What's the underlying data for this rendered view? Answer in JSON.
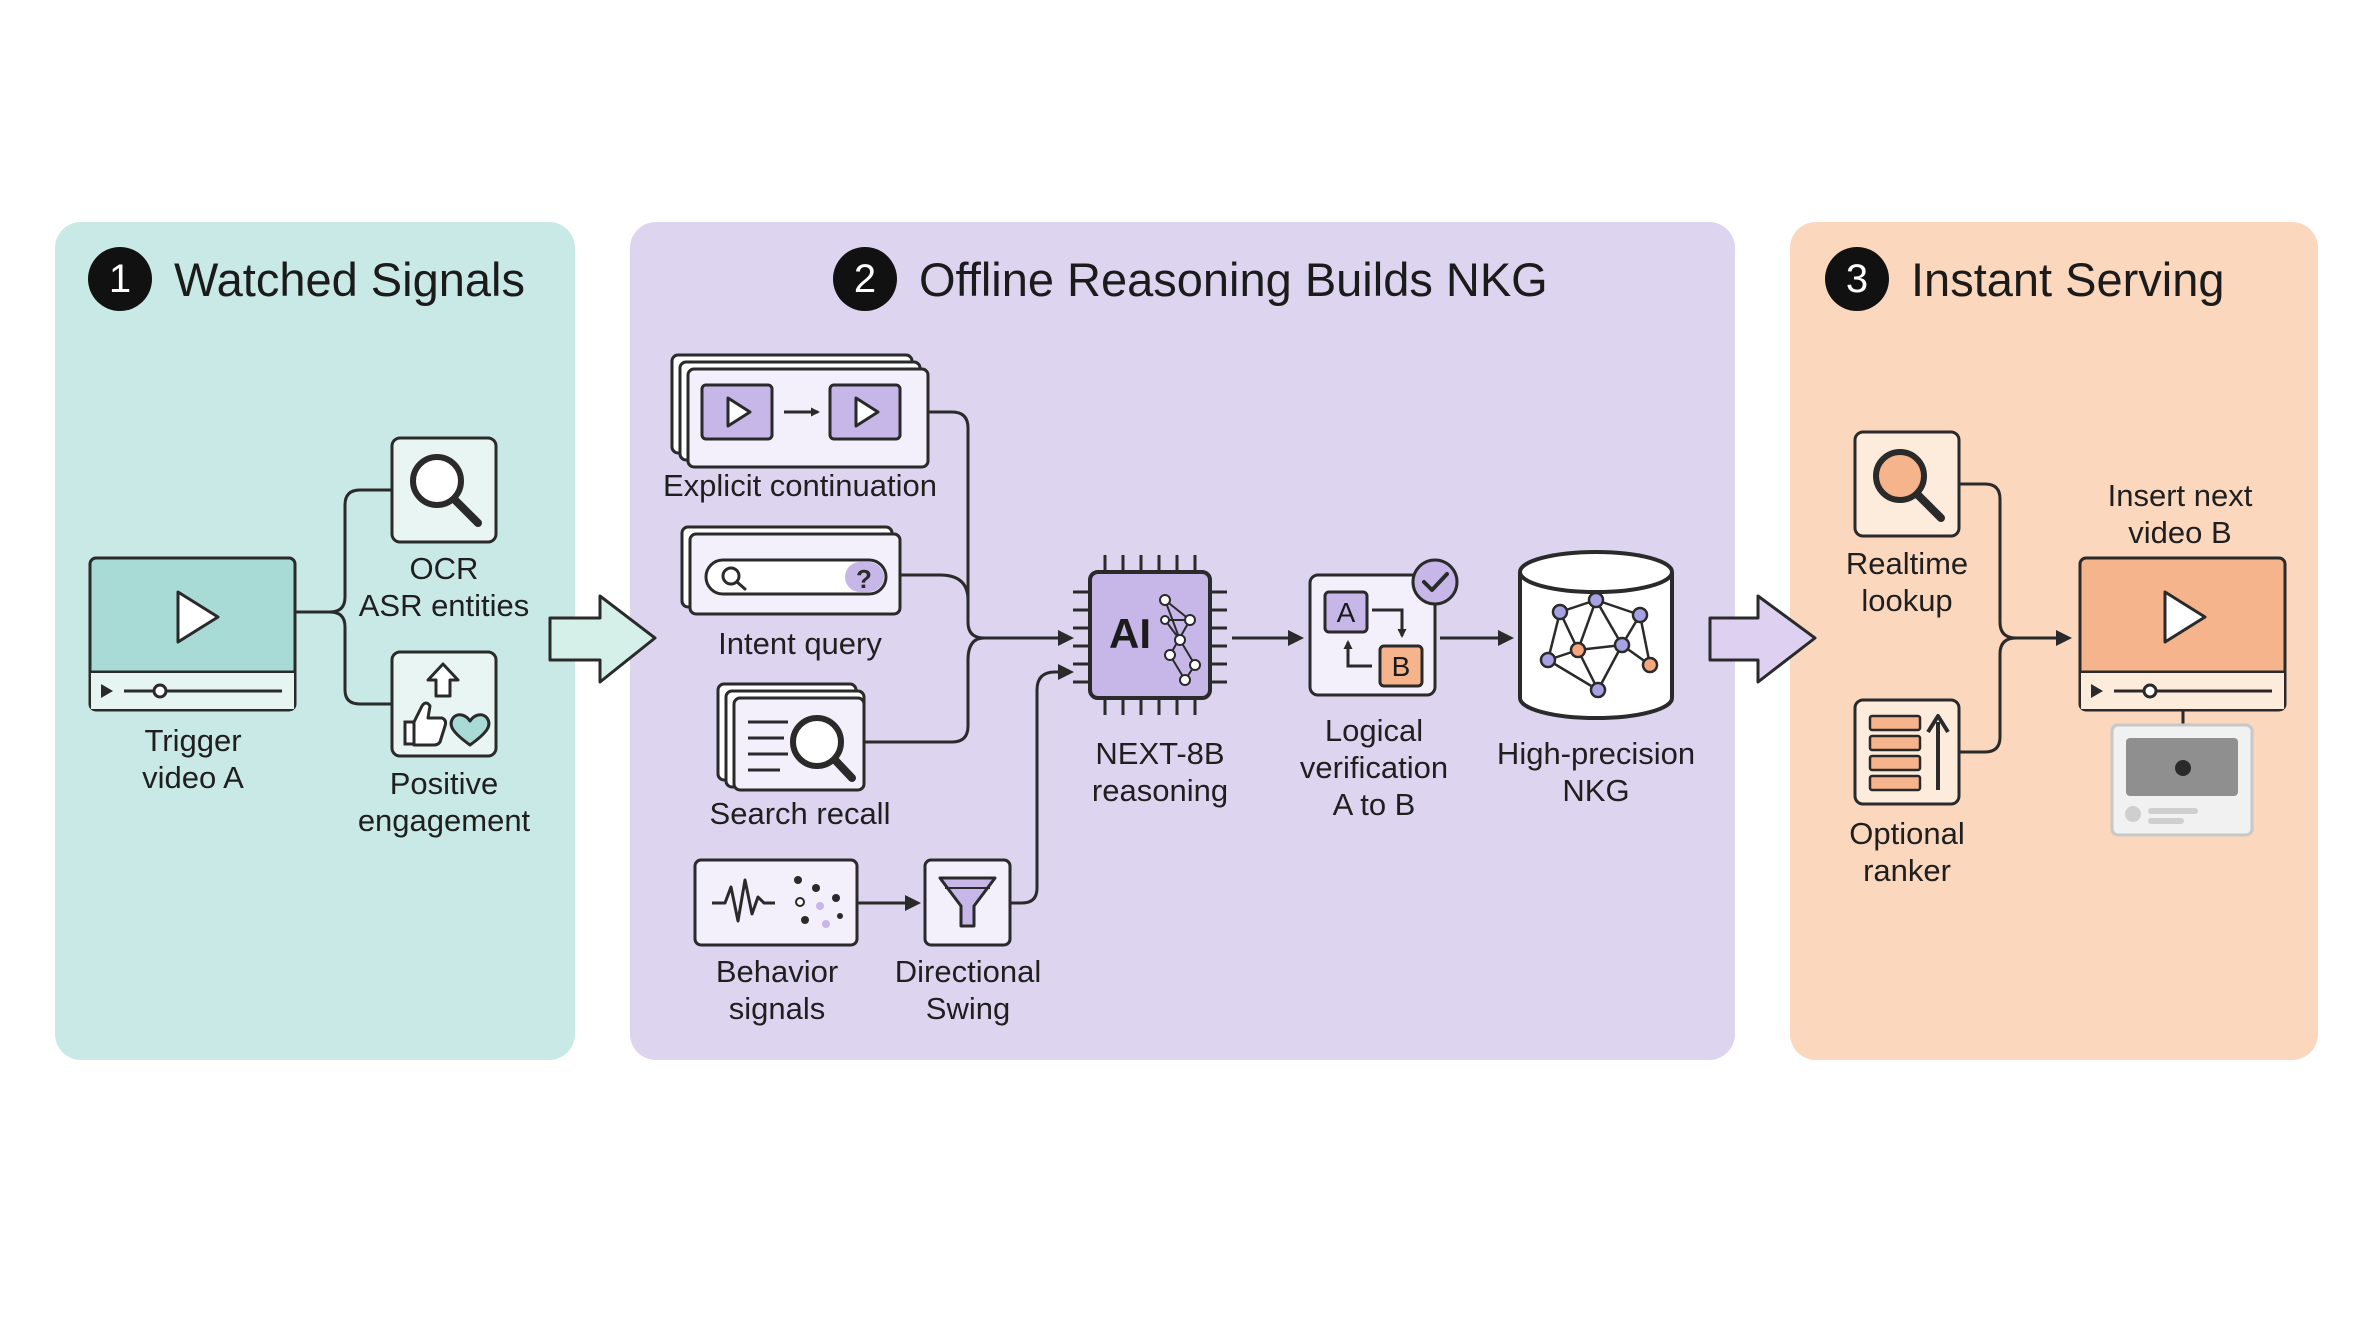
{
  "colors": {
    "panel1": "#c8e9e5",
    "panel2": "#ddd4ef",
    "panel3": "#fad7bd",
    "teal_icon": "#a9dbd6",
    "purple_icon": "#c7b6e8",
    "orange_icon": "#f6b48c",
    "node_blue": "#a6a2e4",
    "node_orange": "#f4a77d",
    "stroke": "#2a2a2a"
  },
  "panels": [
    {
      "number": "1",
      "title": "Watched Signals"
    },
    {
      "number": "2",
      "title": "Offline Reasoning Builds NKG"
    },
    {
      "number": "3",
      "title": "Instant Serving"
    }
  ],
  "stage1": {
    "trigger": [
      "Trigger",
      "video A"
    ],
    "ocr": [
      "OCR",
      "ASR entities"
    ],
    "engagement": [
      "Positive",
      "engagement"
    ]
  },
  "stage2": {
    "explicit": [
      "Explicit continuation"
    ],
    "intent": [
      "Intent query"
    ],
    "search": [
      "Search recall"
    ],
    "behavior": [
      "Behavior",
      "signals"
    ],
    "swing": [
      "Directional",
      "Swing"
    ],
    "chip_text": "AI",
    "next8b": [
      "NEXT-8B",
      "reasoning"
    ],
    "verify": [
      "Logical",
      "verification",
      "A to B"
    ],
    "verify_a": "A",
    "verify_b": "B",
    "intent_q": "?",
    "nkg": [
      "High-precision",
      "NKG"
    ]
  },
  "stage3": {
    "realtime": [
      "Realtime",
      "lookup"
    ],
    "ranker": [
      "Optional",
      "ranker"
    ],
    "insert": [
      "Insert next",
      "video B"
    ]
  },
  "icons": {
    "trigger": "video-player-icon",
    "ocr": "magnifier-icon",
    "engagement": "thumbs-up-heart-icon",
    "explicit": "play-to-play-icon",
    "intent": "search-bar-question-icon",
    "search": "document-search-icon",
    "behavior": "waveform-icon",
    "swing": "funnel-icon",
    "next8b": "ai-chip-icon",
    "verify": "a-to-b-check-icon",
    "nkg": "graph-database-icon",
    "realtime": "magnifier-icon",
    "ranker": "ranked-list-icon",
    "insert": "video-player-icon"
  }
}
